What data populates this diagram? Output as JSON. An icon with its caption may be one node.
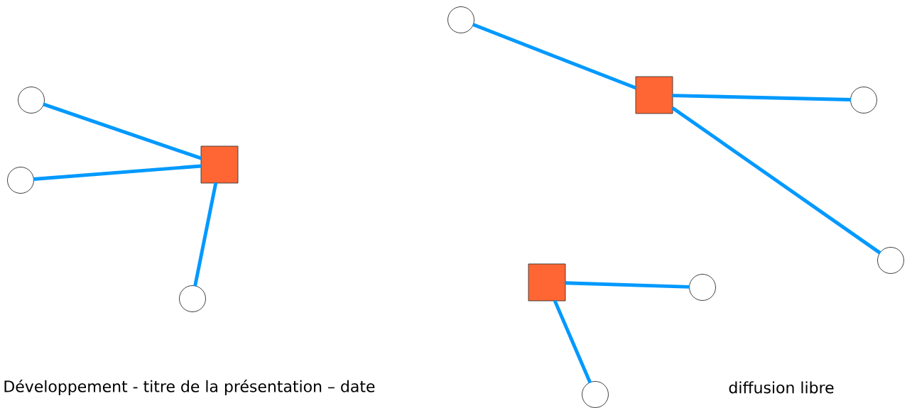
{
  "diagram": {
    "nodes": [
      {
        "text": [],
        "shape": "box"
      },
      {
        "text": [],
        "shape": "circle"
      },
      {
        "text": [],
        "shape": "circle"
      },
      {
        "text": [],
        "shape": "circle"
      },
      {
        "text": [],
        "shape": "box"
      },
      {
        "text": [],
        "shape": "circle"
      },
      {
        "text": [],
        "shape": "circle"
      },
      {
        "text": [],
        "shape": "circle"
      },
      {
        "text": [],
        "shape": "box"
      },
      {
        "text": [],
        "shape": "circle"
      },
      {
        "text": [],
        "shape": "circle"
      }
    ],
    "edges": [
      {
        "from": 0,
        "to": 1,
        "arrow": "none"
      },
      {
        "from": 0,
        "to": 2,
        "arrow": "none"
      },
      {
        "from": 0,
        "to": 3,
        "arrow": "none"
      },
      {
        "from": 4,
        "to": 5,
        "arrow": "none"
      },
      {
        "from": 4,
        "to": 6,
        "arrow": "none"
      },
      {
        "from": 4,
        "to": 7,
        "arrow": "none"
      },
      {
        "from": 8,
        "to": 9,
        "arrow": "none"
      },
      {
        "from": 8,
        "to": 10,
        "arrow": "none"
      }
    ],
    "labels": [
      "Développement - titre de la présentation – date",
      "diffusion libre"
    ]
  }
}
